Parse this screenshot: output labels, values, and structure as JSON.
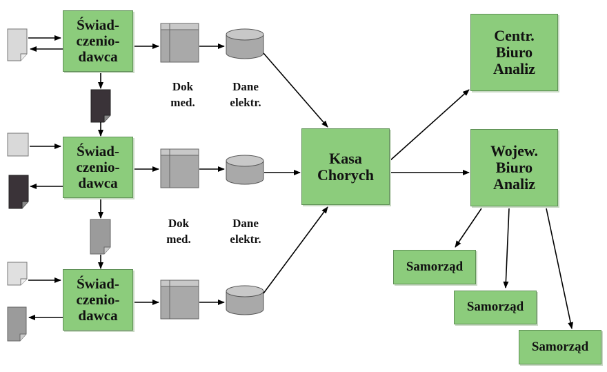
{
  "providers": [
    {
      "lines": [
        "Świad-",
        "czenio-",
        "dawca"
      ]
    },
    {
      "lines": [
        "Świad-",
        "czenio-",
        "dawca"
      ]
    },
    {
      "lines": [
        "Świad-",
        "czenio-",
        "dawca"
      ]
    }
  ],
  "kasa": {
    "lines": [
      "Kasa",
      "Chorych"
    ]
  },
  "centr": {
    "lines": [
      "Centr.",
      "Biuro",
      "Analiz"
    ]
  },
  "wojew": {
    "lines": [
      "Wojew.",
      "Biuro",
      "Analiz"
    ]
  },
  "samorzad": [
    "Samorząd",
    "Samorząd",
    "Samorząd"
  ],
  "labels": {
    "dok": [
      "Dok",
      "med."
    ],
    "dane": [
      "Dane",
      "elektr."
    ]
  },
  "colors": {
    "box_fill": "#8ccc7c",
    "dark_doc": "#3a3338",
    "mid_doc": "#9b9b9b",
    "light_doc": "#d9d9d9"
  }
}
